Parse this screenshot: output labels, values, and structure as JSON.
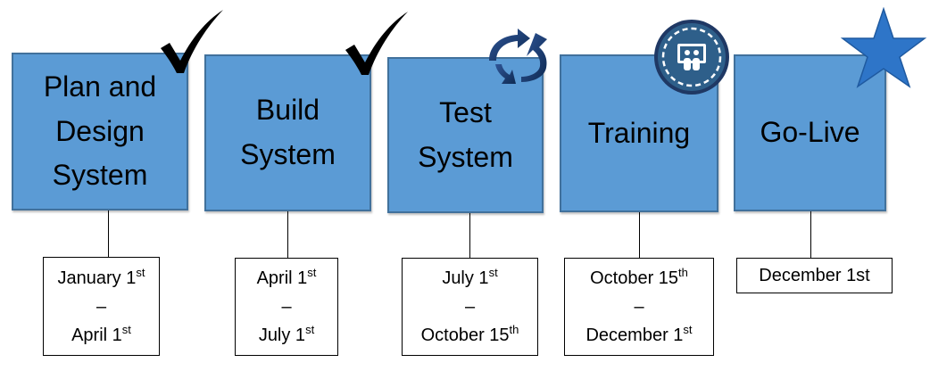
{
  "phases": [
    {
      "id": "plan",
      "lines": [
        "Plan and",
        "Design",
        "System"
      ],
      "status_icon": "checkmark-icon",
      "dates": {
        "start": "January 1",
        "start_suffix": "st",
        "separator": "–",
        "end": "April 1",
        "end_suffix": "st"
      }
    },
    {
      "id": "build",
      "lines": [
        "Build",
        "System"
      ],
      "status_icon": "checkmark-icon",
      "dates": {
        "start": "April 1",
        "start_suffix": "st",
        "separator": "–",
        "end": "July 1",
        "end_suffix": "st"
      }
    },
    {
      "id": "test",
      "lines": [
        "Test",
        "System"
      ],
      "status_icon": "refresh-cycle-icon",
      "dates": {
        "start": "July 1",
        "start_suffix": "st",
        "separator": "–",
        "end": "October 15",
        "end_suffix": "th"
      }
    },
    {
      "id": "training",
      "lines": [
        "Training"
      ],
      "status_icon": "presentation-badge-icon",
      "dates": {
        "start": "October 15",
        "start_suffix": "th",
        "separator": "–",
        "end": "December 1",
        "end_suffix": "st"
      }
    },
    {
      "id": "golive",
      "lines": [
        "Go-Live"
      ],
      "status_icon": "star-icon",
      "dates": {
        "single": "December 1st"
      }
    }
  ],
  "colors": {
    "box_fill": "#5b9bd5",
    "box_border": "#41719c",
    "star": "#2e75c8",
    "cycle_arrows": "#1f3864",
    "badge": "#1f4e79"
  }
}
